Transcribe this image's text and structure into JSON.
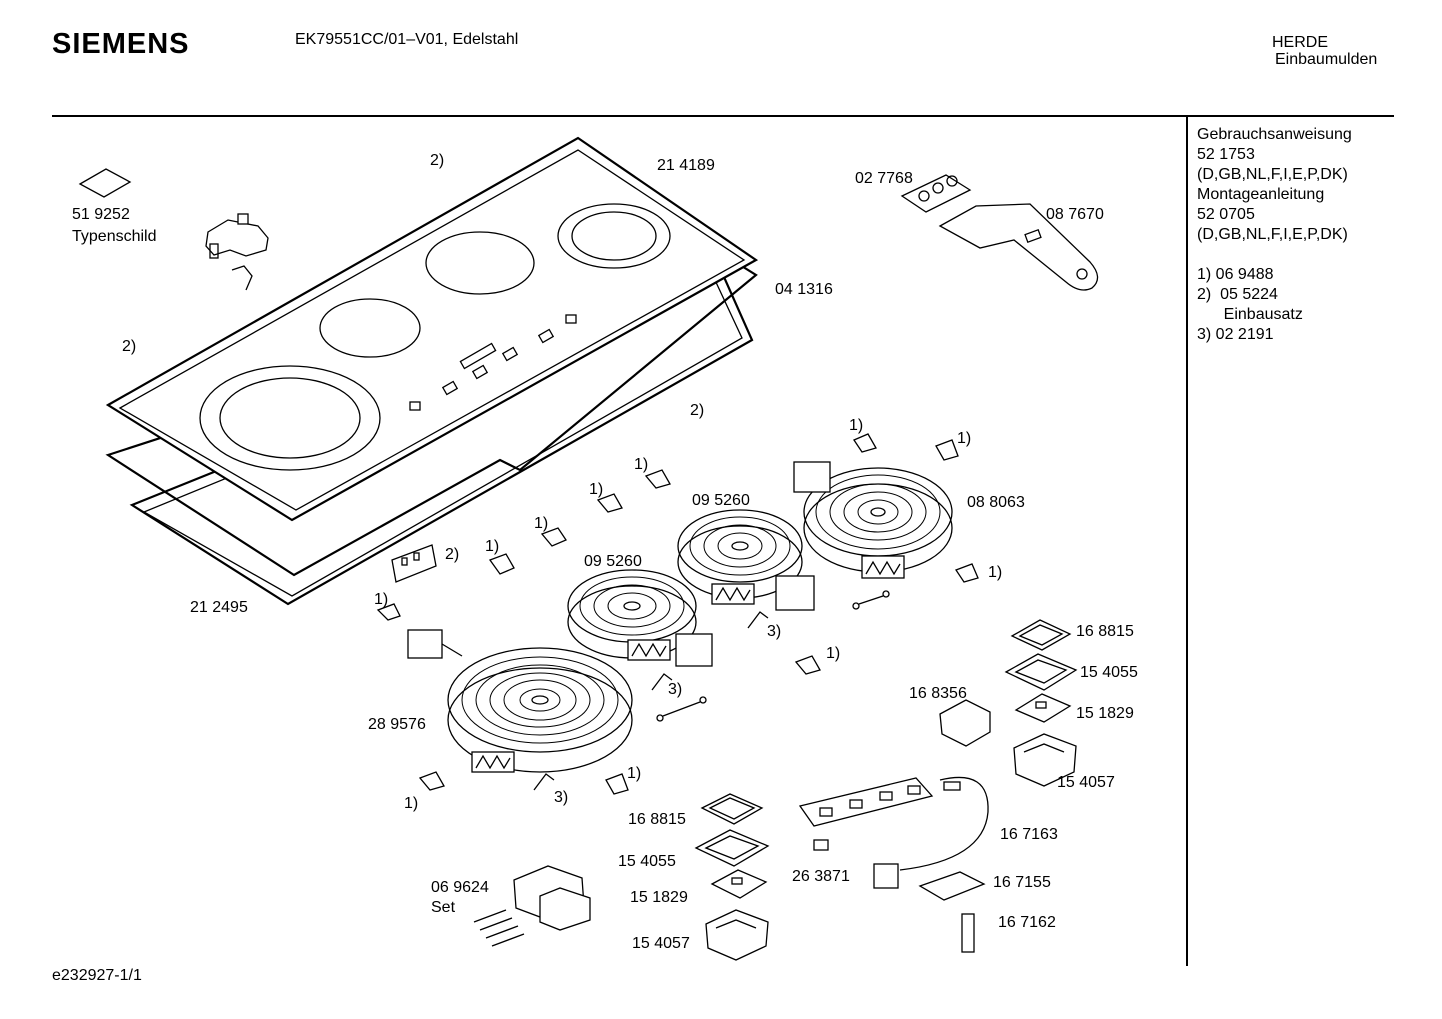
{
  "header": {
    "brand": "SIEMENS",
    "model": "EK79551CC/01–V01, Edelstahl",
    "category_line1": "HERDE",
    "category_line2": "Einbaumulden"
  },
  "sidebar": {
    "lines": [
      "Gebrauchsanweisung",
      "52 1753",
      "(D,GB,NL,F,I,E,P,DK)",
      "Montageanleitung",
      "52 0705",
      "(D,GB,NL,F,I,E,P,DK)",
      "",
      "1)  06 9488",
      "2)  05 5224",
      "      Einbausatz",
      "3)  02 2191"
    ]
  },
  "footer": {
    "doc_id": "e232927-1/1"
  },
  "parts": {
    "p519252": "51 9252",
    "typenschild": "Typenschild",
    "p214189": "21 4189",
    "p027768": "02 7768",
    "p087670": "08 7670",
    "p041316": "04 1316",
    "p212495": "21 2495",
    "p095260a": "09 5260",
    "p095260b": "09 5260",
    "p088063": "08 8063",
    "p289576": "28 9576",
    "p168815a": "16 8815",
    "p154055a": "15 4055",
    "p151829a": "15 1829",
    "p154057a": "15 4057",
    "p168356": "16 8356",
    "p168815b": "16 8815",
    "p154055b": "15 4055",
    "p151829b": "15 1829",
    "p154057b": "15 4057",
    "p167163": "16 7163",
    "p263871": "26 3871",
    "p167155": "16 7155",
    "p167162": "16 7162",
    "p069624": "06 9624",
    "set": "Set"
  },
  "refs": {
    "r1": "1)",
    "r2": "2)",
    "r3": "3)"
  }
}
